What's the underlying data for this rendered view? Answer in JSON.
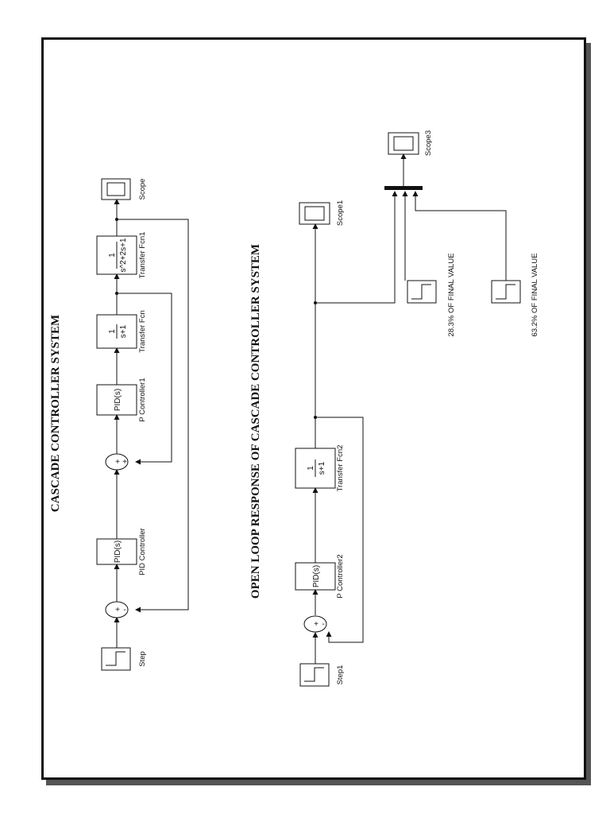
{
  "titles": {
    "cascade": "CASCADE CONTROLLER SYSTEM",
    "open_loop": "OPEN LOOP RESPONSE OF CASCADE CONTROLLER SYSTEM"
  },
  "cascade": {
    "step_label": "Step",
    "pid1": {
      "text": "PID(s)",
      "label": "PID Controller"
    },
    "pid2": {
      "text": "PID(s)",
      "label": "P Controller1"
    },
    "tf1": {
      "num": "1",
      "den": "s+1",
      "label": "Transfer Fcn"
    },
    "tf2": {
      "num": "1",
      "den": "s^2+2s+1",
      "label": "Transfer Fcn1"
    },
    "scope_label": "Scope",
    "sum_signs": "+-"
  },
  "open_loop": {
    "step_label": "Step1",
    "pid": {
      "text": "PID(s)",
      "label": "P Controller2"
    },
    "tf": {
      "num": "1",
      "den": "s+1",
      "label": "Transfer Fcn2"
    },
    "scope1_label": "Scope1",
    "scope3_label": "Scope3",
    "const1_label": "28.3% OF FINAL VALUE",
    "const2_label": "63.2% OF FINAL VALUE"
  }
}
